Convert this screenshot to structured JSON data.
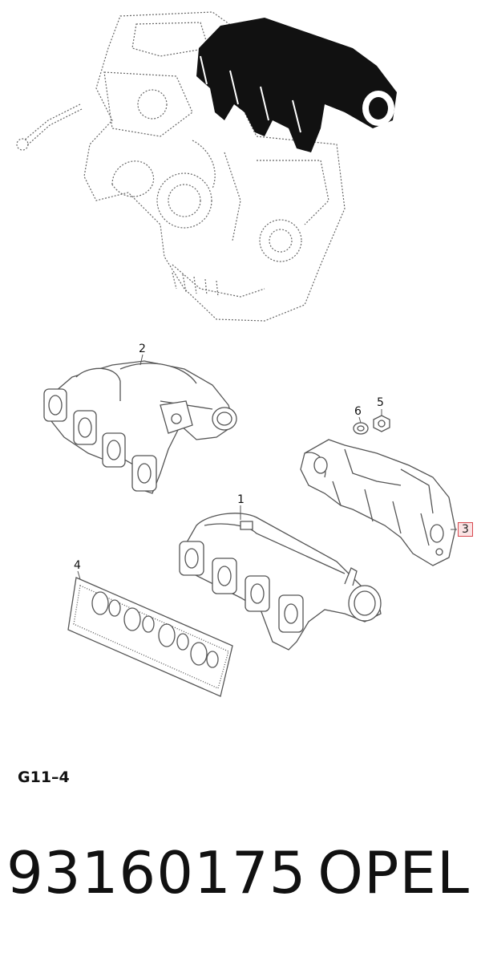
{
  "callouts": {
    "c1": "1",
    "c2": "2",
    "c3": "3",
    "c4": "4",
    "c5": "5",
    "c6": "6"
  },
  "figure_code": "G11–4",
  "part_number": "93160175",
  "brand": "OPEL",
  "colors": {
    "line": "#555555",
    "highlight": "#111111",
    "callout_box_border": "#d8484f",
    "callout_box_fill": "#fbe3e4"
  }
}
